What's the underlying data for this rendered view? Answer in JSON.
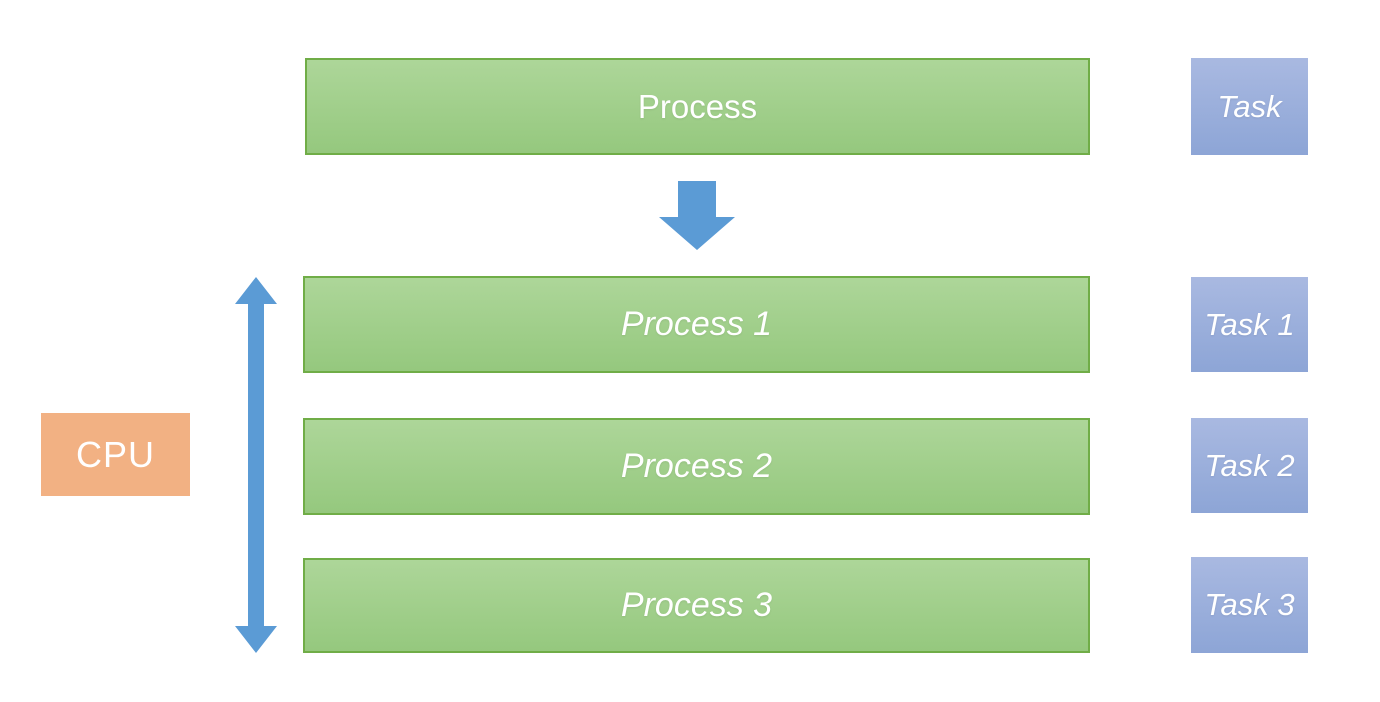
{
  "diagram": {
    "title_semantics": "process-to-tasks scheduling diagram",
    "colors": {
      "process_fill_top": "#add699",
      "process_fill_bottom": "#95c87e",
      "process_border": "#70ad47",
      "task_fill_top": "#a9b9e1",
      "task_fill_bottom": "#8da5d6",
      "arrow": "#5b9bd5",
      "cpu_fill": "#f2b183",
      "text": "#ffffff"
    },
    "top": {
      "process_label": "Process",
      "task_label": "Task"
    },
    "rows": [
      {
        "process_label": "Process 1",
        "task_label": "Task 1"
      },
      {
        "process_label": "Process 2",
        "task_label": "Task 2"
      },
      {
        "process_label": "Process 3",
        "task_label": "Task 3"
      }
    ],
    "cpu_label": "CPU",
    "icons": {
      "down_arrow": "block-down-arrow",
      "cpu_span_arrow": "vertical-double-headed-arrow"
    }
  }
}
